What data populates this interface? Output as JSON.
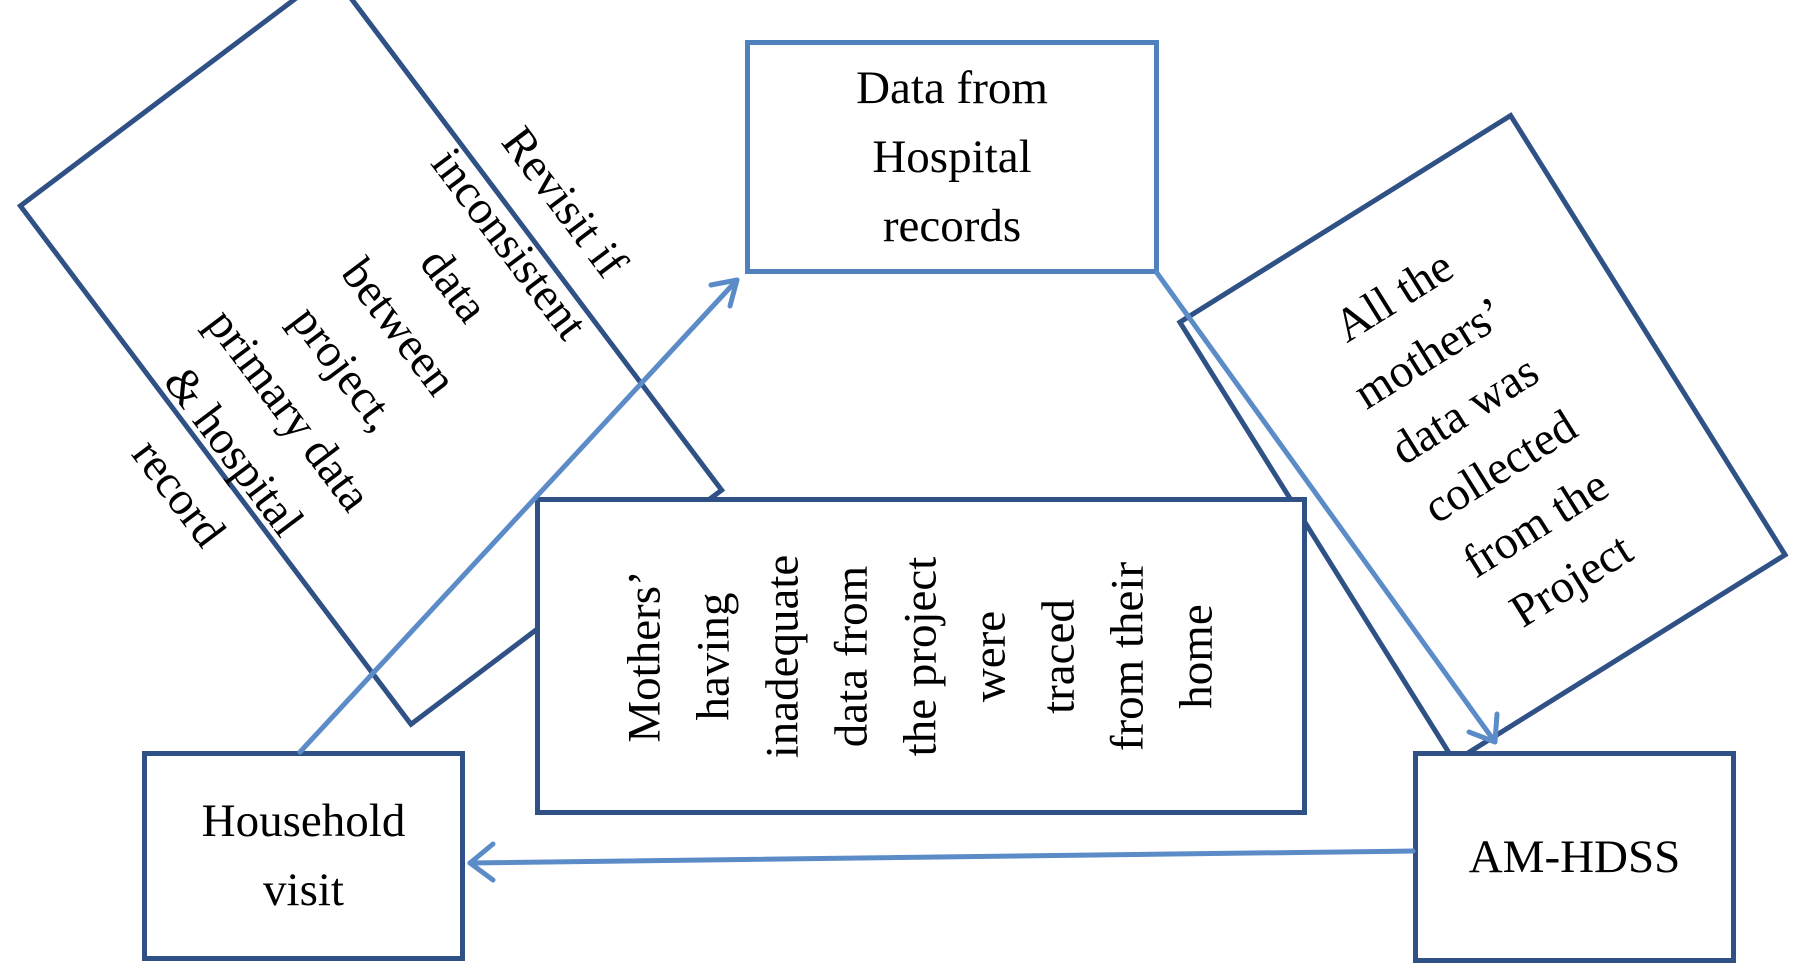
{
  "colors": {
    "box_border_dark": "#2f5185",
    "box_border_light": "#4f81bd",
    "arrow": "#5b8cc8",
    "text": "#000000"
  },
  "nodes": {
    "hospital_records": {
      "lines": [
        "Data from",
        "Hospital",
        "records"
      ]
    },
    "am_hdss": {
      "lines": [
        "AM-HDSS"
      ]
    },
    "household_visit": {
      "lines": [
        "Household",
        "visit"
      ]
    },
    "revisit_note": {
      "lines": [
        "Revisit if",
        "inconsistent",
        "data",
        "between",
        "project,",
        "primary data",
        "& hospital",
        "record"
      ]
    },
    "project_note": {
      "lines": [
        "All the",
        "mothers’",
        "data was",
        "collected",
        "from the",
        "Project"
      ]
    },
    "traced_note": {
      "lines": [
        "Mothers’",
        "having",
        "inadequate",
        "data from",
        "the project",
        "were",
        "traced",
        "from their",
        "home"
      ]
    }
  },
  "edges": [
    {
      "from": "household_visit",
      "to": "hospital_records"
    },
    {
      "from": "hospital_records",
      "to": "am_hdss"
    },
    {
      "from": "am_hdss",
      "to": "household_visit"
    }
  ]
}
